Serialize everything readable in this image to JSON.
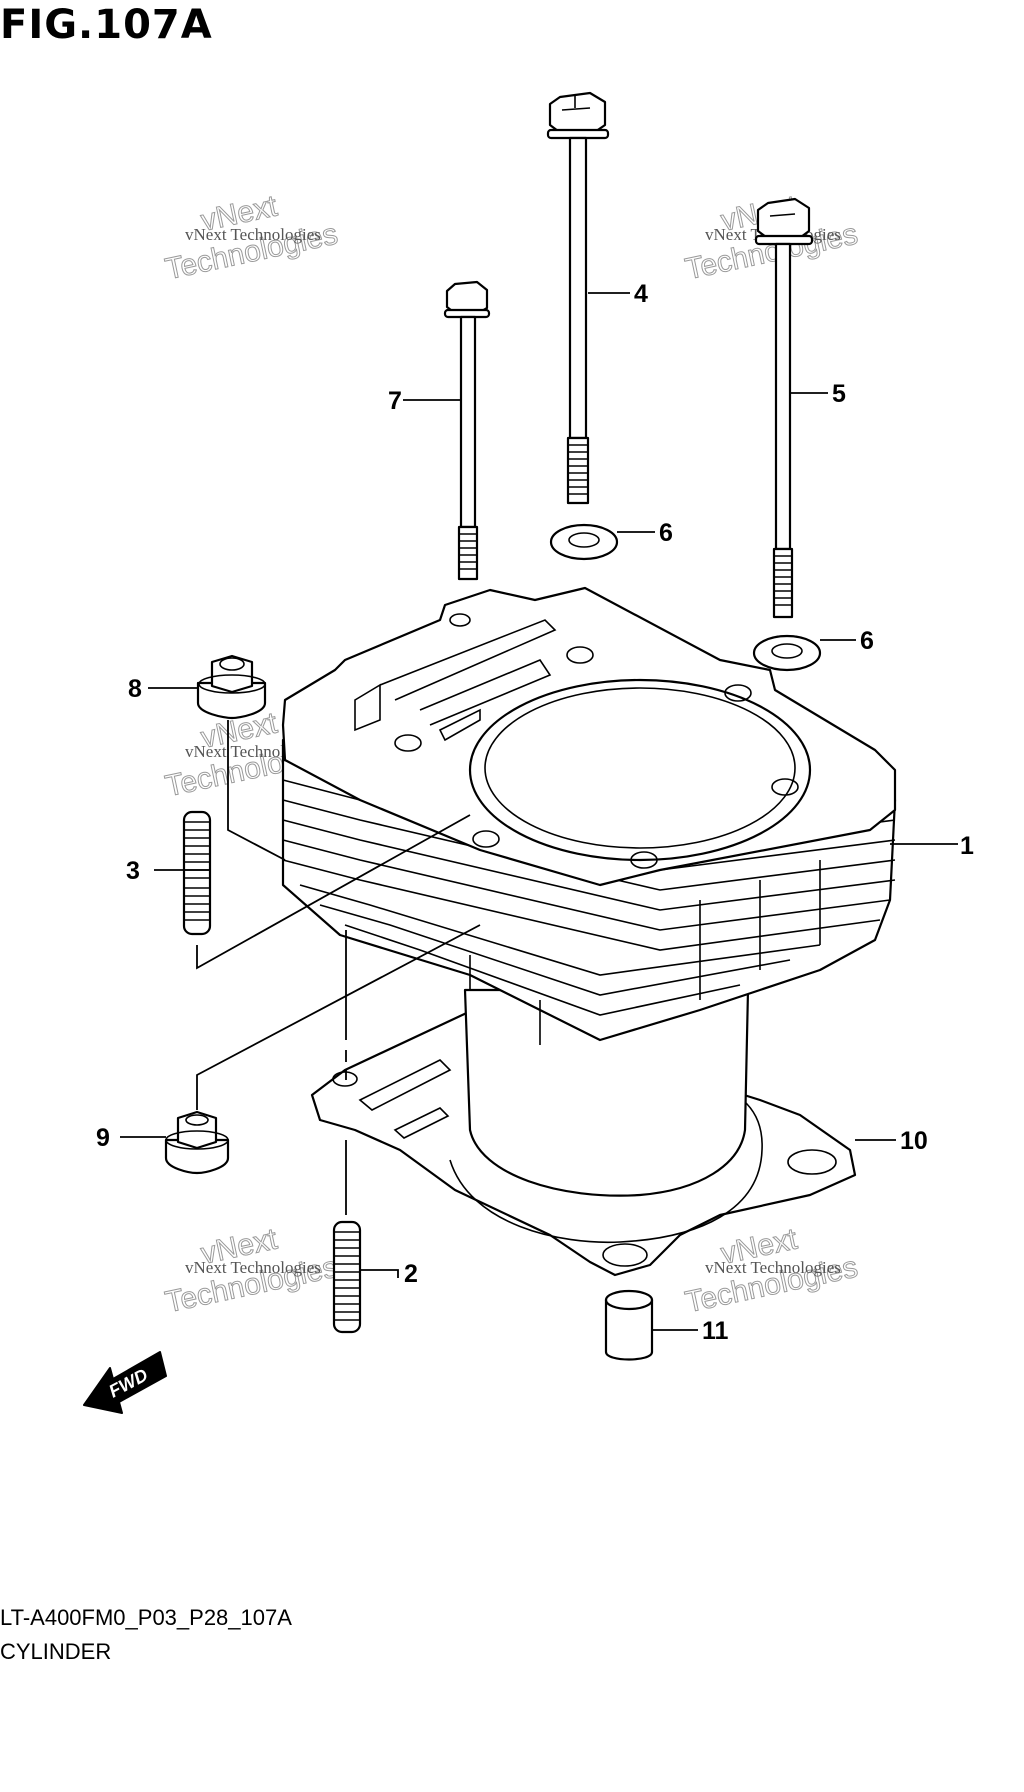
{
  "figure": {
    "title": "FIG.107A",
    "code": "LT-A400FM0_P03_P28_107A",
    "name": "CYLINDER"
  },
  "callouts": [
    "1",
    "2",
    "3",
    "4",
    "5",
    "6",
    "6",
    "7",
    "8",
    "9",
    "10",
    "11"
  ],
  "fwd_label": "FWD",
  "watermark": {
    "line1": "vNext Technologies",
    "line2a": "vNext",
    "line2b": "Technologies"
  }
}
